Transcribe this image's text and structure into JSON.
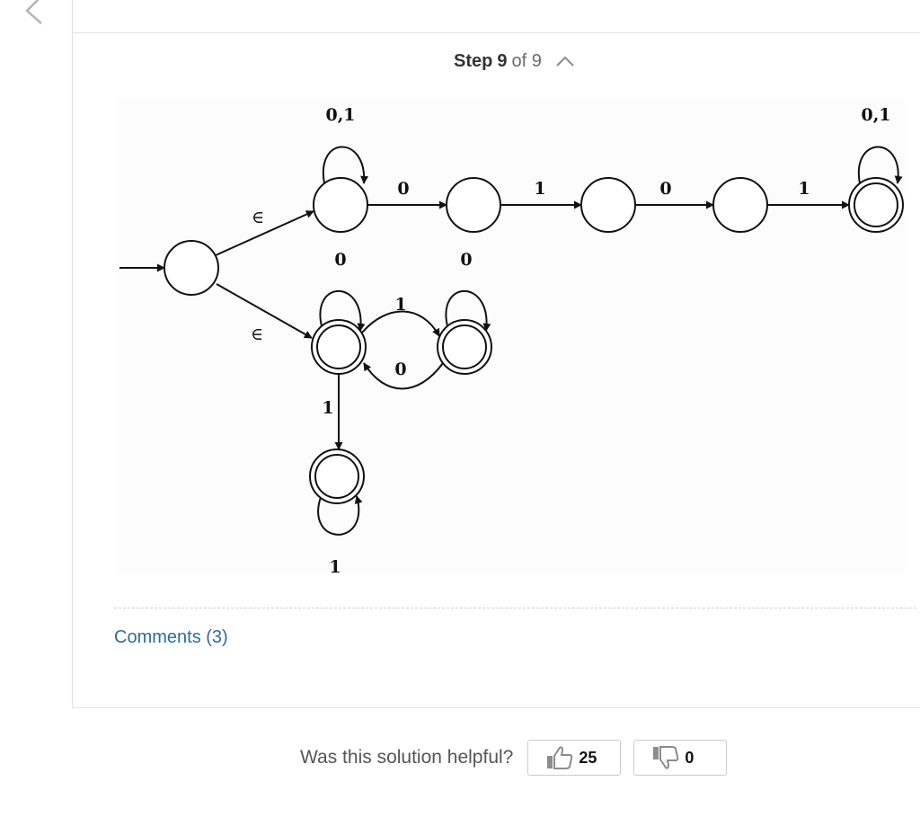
{
  "header": {
    "step_word": "Step",
    "step_current": "9",
    "step_of": "of 9"
  },
  "diagram": {
    "states": [
      "start",
      "q1",
      "q2",
      "q3",
      "q4",
      "q5",
      "q6",
      "q7",
      "q8"
    ],
    "accepting_states": [
      "q5",
      "q6",
      "q7",
      "q8"
    ],
    "transitions": [
      {
        "from": "start",
        "to": "q1",
        "label": "∈"
      },
      {
        "from": "start",
        "to": "q6",
        "label": "∈"
      },
      {
        "from": "q1",
        "to": "q1",
        "label": "0,1"
      },
      {
        "from": "q1",
        "to": "q2",
        "label": "0"
      },
      {
        "from": "q2",
        "to": "q3",
        "label": "1"
      },
      {
        "from": "q3",
        "to": "q4",
        "label": "0"
      },
      {
        "from": "q4",
        "to": "q5",
        "label": "1"
      },
      {
        "from": "q5",
        "to": "q5",
        "label": "0,1"
      },
      {
        "from": "q6",
        "to": "q6",
        "label": "0"
      },
      {
        "from": "q6",
        "to": "q7",
        "label": "1"
      },
      {
        "from": "q7",
        "to": "q7",
        "label": "0"
      },
      {
        "from": "q7",
        "to": "q6",
        "label": "0"
      },
      {
        "from": "q6",
        "to": "q8",
        "label": "1"
      },
      {
        "from": "q8",
        "to": "q8",
        "label": "1"
      }
    ]
  },
  "comments": {
    "label": "Comments (3)"
  },
  "feedback": {
    "question": "Was this solution helpful?",
    "upvotes": "25",
    "downvotes": "0"
  },
  "colors": {
    "link": "#2f6d94",
    "border": "#e2e2e2"
  },
  "icons": [
    "chevron-left-icon",
    "chevron-up-icon",
    "thumbs-up-icon",
    "thumbs-down-icon"
  ]
}
